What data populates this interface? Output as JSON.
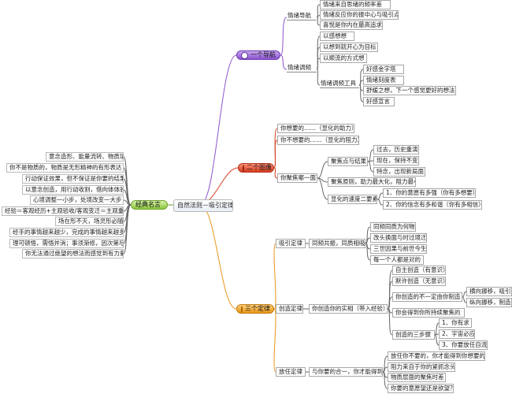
{
  "root": "自然法则－吸引定律",
  "quotes": {
    "label": "经典名言",
    "items": [
      "意念造形、能量流转、物质填充",
      "你不是物质的，物质是无形精神的有形表达",
      "行动保证效果，但不保证是你要的结果",
      "以意念创造，用行动收割，借向体体验",
      "心境调整一小步，处境改变一大步",
      "经验＝客观经历+主观验收/客观变迁＝主观重铸",
      "场在形不灭，场灵形必随",
      "经手的事情越来越少，完成的事情越来越多",
      "理可顿悟，需悟并消；事须渐修，因次第尽",
      "你无法通过绝望的想法而感觉到有力量"
    ]
  },
  "branch1": {
    "label": "一个导航",
    "g1": {
      "label": "情绪导航",
      "items": [
        "情绪来自思绪的频率差",
        "情绪反应你的振中心与吸引点",
        "喜悦是你内在最高追求"
      ]
    },
    "g2": {
      "label": "情绪调频",
      "items": [
        "以感想想",
        "以想到就开心为目标",
        "以顺流的方式想"
      ],
      "tools": {
        "label": "情绪调频工具",
        "items": [
          "好感金字塔",
          "情绪刻度表",
          "舒缓之想，下一个感觉更好的想法",
          "好感宣言"
        ]
      }
    }
  },
  "branch2": {
    "label": "二个图像",
    "items": [
      "你想要的……（显化的助力）",
      "你不想要的……（显化的阻力）"
    ],
    "focus": {
      "label": "你聚焦哪一面?",
      "points": {
        "label": "聚焦点与结果",
        "items": [
          "过去，历史重演",
          "现在，保持不变",
          "特念，出现新局面"
        ]
      },
      "principle": "聚焦原则，助力最大化，阻力最小化",
      "speed": {
        "label": "显化的速度二要素",
        "items": [
          "1、你的意愿有多强（你有多想要）",
          "2、你的信念有多和谐（你有多相信）"
        ]
      }
    }
  },
  "branch3": {
    "label": "三个定律",
    "law1": {
      "label": "吸引定律",
      "sub": "同频共振，同质相吸",
      "items": [
        "同频同质为何物",
        "改头换面与时过境迁",
        "三世因果与前世今生",
        "每一个人都是对的"
      ]
    },
    "law2": {
      "label": "创造定律",
      "sub": "你创造你的实相（带入经验）",
      "items": [
        "自主创造（有意识）",
        "默许创造（无意识）",
        "你创造的不一定由你制造",
        "你会得到你所持续聚焦的"
      ],
      "inner": [
        "横向挪移，吸引",
        "纵向挪移，制造"
      ],
      "steps": {
        "label": "创造的三步骤",
        "items": [
          "1、你有求",
          "2、宇宙必应",
          "3、你要放任自流"
        ]
      }
    },
    "law3": {
      "label": "放任定律",
      "sub": "与你要的合一，你才能得到",
      "items": [
        "放任你不要的，你才能得到你想要的",
        "阻力来自于你的紧抓念头",
        "物质层面的聚焦时差",
        "你要的意愿望还是欲望？"
      ]
    }
  },
  "colors": {
    "purple": "#8a52cf",
    "red": "#d43d1e",
    "orange": "#e89618",
    "green": "#8cc63e"
  }
}
